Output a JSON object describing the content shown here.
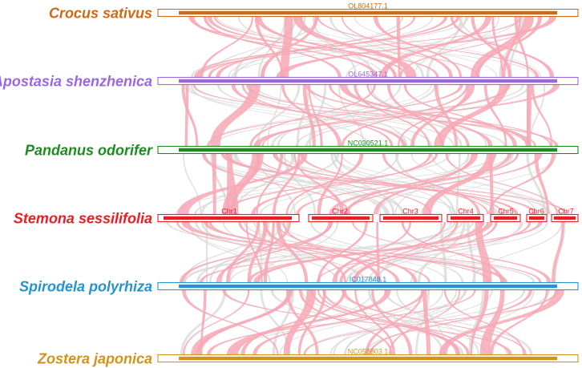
{
  "genomes": [
    {
      "species": "Crocus sativus",
      "color": "#cc6a16",
      "segments": [
        {
          "label": "OL804177.1"
        }
      ]
    },
    {
      "species": "Apostasia shenzhenica",
      "color": "#9a67e0",
      "segments": [
        {
          "label": "OL645347.1"
        }
      ]
    },
    {
      "species": "Pandanus odorifer",
      "color": "#1e8a22",
      "segments": [
        {
          "label": "NC030521.1"
        }
      ]
    },
    {
      "species": "Stemona sessilifolia",
      "color": "#ec1c24",
      "segments": [
        {
          "label": "Chr1"
        },
        {
          "label": "Chr2"
        },
        {
          "label": "Chr3"
        },
        {
          "label": "Chr4"
        },
        {
          "label": "Chr5"
        },
        {
          "label": "Chr6"
        },
        {
          "label": "Chr7"
        }
      ]
    },
    {
      "species": "Spirodela polyrhiza",
      "color": "#2394cf",
      "segments": [
        {
          "label": "IC017848.1"
        }
      ]
    },
    {
      "species": "Zostera japonica",
      "color": "#d1931c",
      "segments": [
        {
          "label": "NC058803.1"
        }
      ]
    }
  ],
  "link_colors": {
    "highlight": "#f7a8b5",
    "background": "#d9d9d9"
  }
}
